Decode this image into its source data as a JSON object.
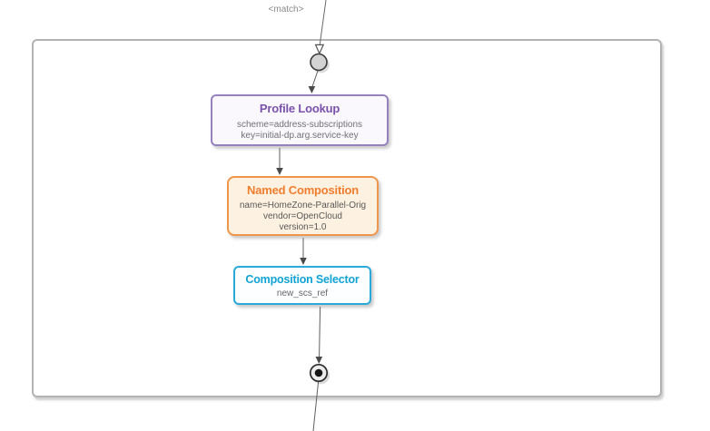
{
  "edge_label": "<match>",
  "nodes": [
    {
      "id": "profile-lookup",
      "title": "Profile Lookup",
      "details": [
        "scheme=address-subscriptions",
        "key=initial-dp.arg.service-key"
      ],
      "accent_color": "#7b52ab",
      "border_color": "#9681bf",
      "background_color": "#faf8fd"
    },
    {
      "id": "named-composition",
      "title": "Named Composition",
      "details": [
        "name=HomeZone-Parallel-Orig",
        "vendor=OpenCloud",
        "version=1.0"
      ],
      "accent_color": "#ef7d2e",
      "border_color": "#f0964b",
      "background_color": "#fdf2e1"
    },
    {
      "id": "composition-selector",
      "title": "Composition Selector",
      "details": [
        "new_scs_ref"
      ],
      "accent_color": "#12a3d5",
      "border_color": "#2ca9db",
      "background_color": "#fcfeff"
    }
  ],
  "symbols": {
    "start_node": "initial-state-circle",
    "end_node": "final-state-circle"
  },
  "edge_colors": {
    "line": "#5f5f5f",
    "arrowhead": "#4a4a4a",
    "frame_border": "#b2b2b2"
  }
}
